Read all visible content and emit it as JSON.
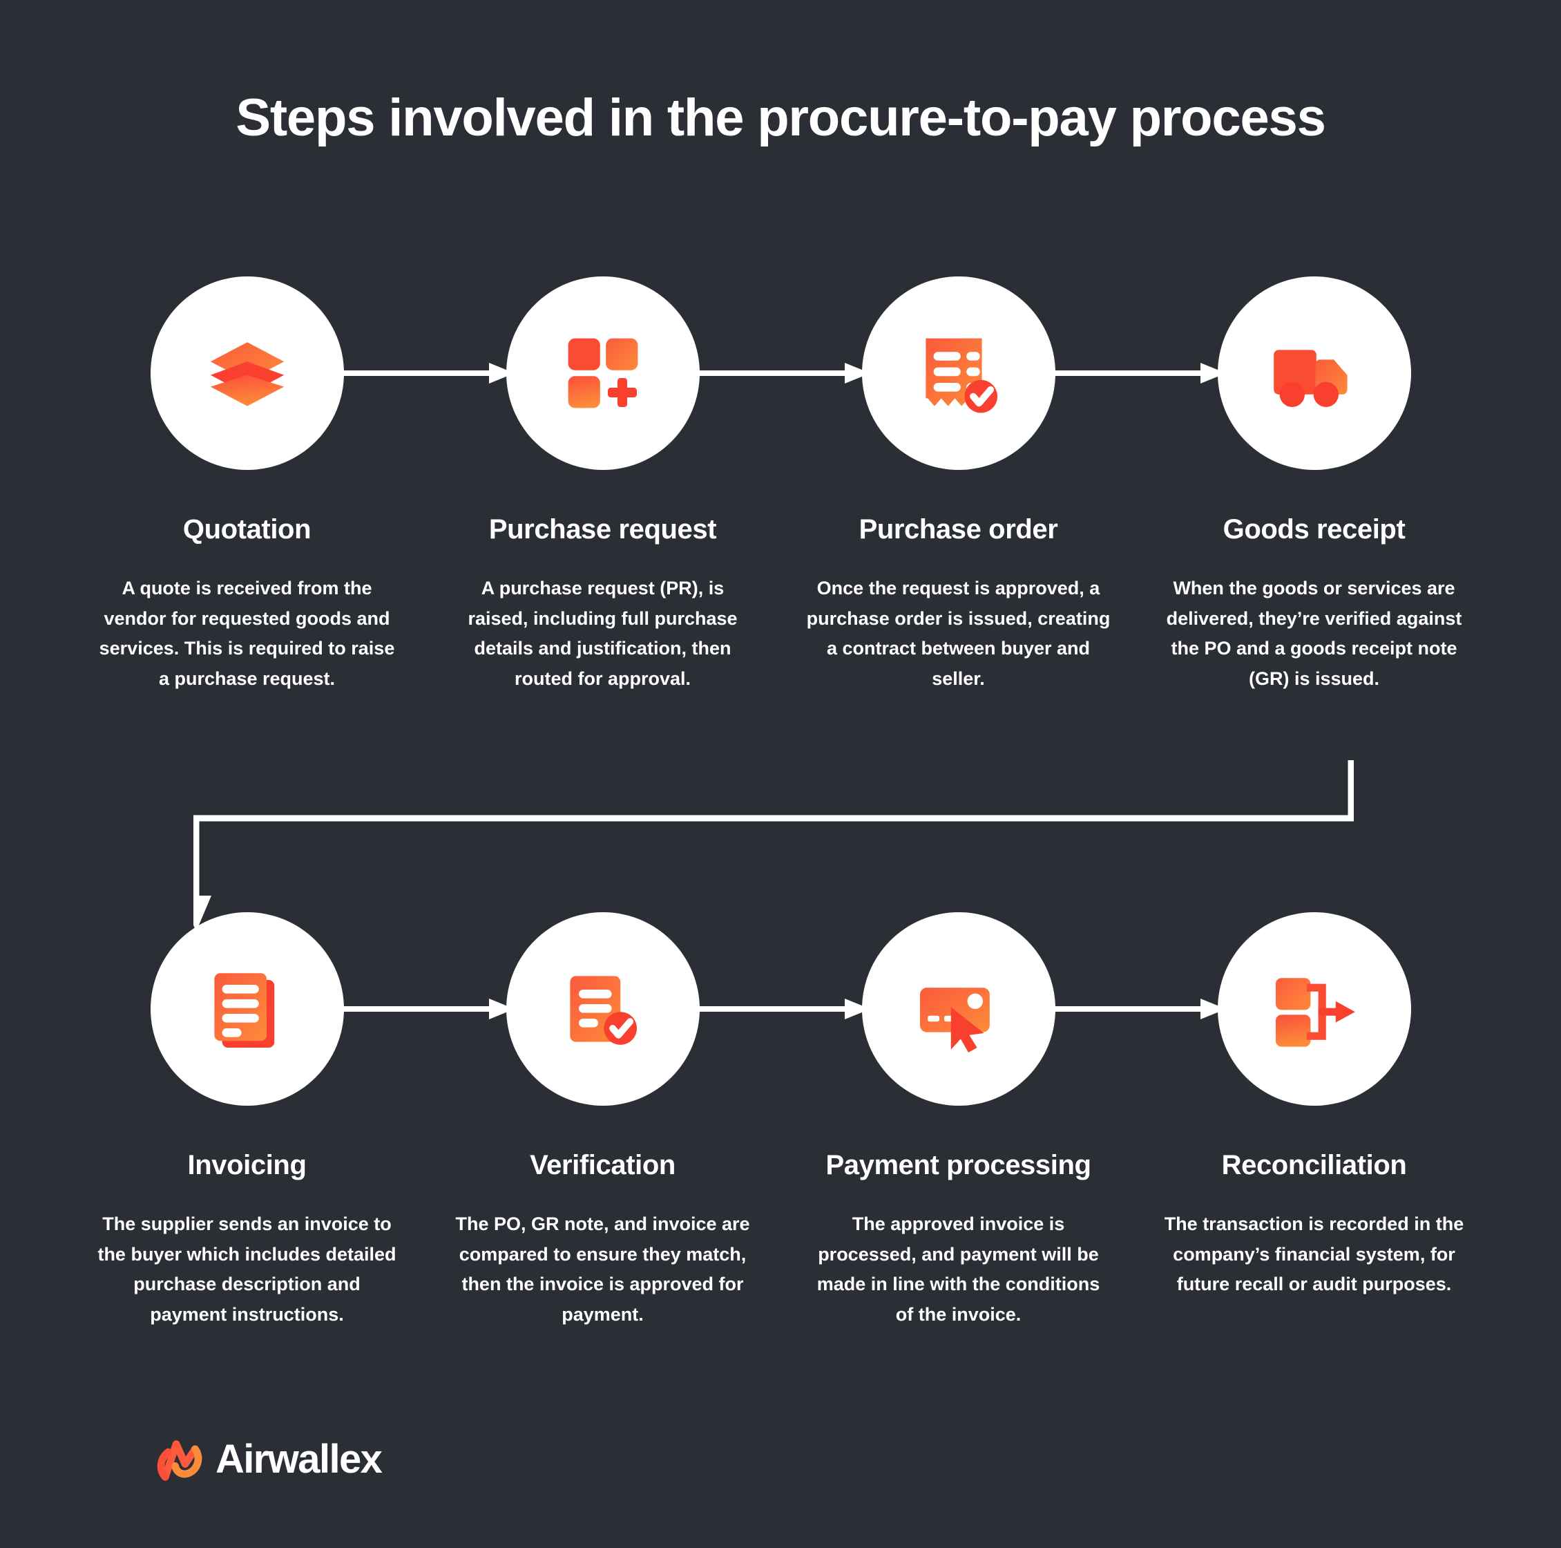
{
  "title": "Steps involved in the procure-to-pay process",
  "background_color": "#2b2f35",
  "accent_color_start": "#ff6b35",
  "accent_color_end": "#f7542e",
  "circle_color": "#ffffff",
  "text_color": "#ffffff",
  "rows": [
    {
      "steps": [
        {
          "icon": "layers-stack-icon",
          "label": "Quotation",
          "description": "A quote is received from the vendor for requested goods and services. This is required to raise a purchase request."
        },
        {
          "icon": "grid-plus-icon",
          "label": "Purchase request",
          "description": "A purchase request (PR), is raised, including full purchase details and justification, then routed for approval."
        },
        {
          "icon": "receipt-check-icon",
          "label": "Purchase order",
          "description": "Once the request is approved, a purchase order  is issued, creating a contract between buyer and seller."
        },
        {
          "icon": "delivery-truck-icon",
          "label": "Goods receipt",
          "description": "When the goods or services are delivered, they’re verified against the PO and a goods receipt note (GR) is issued."
        }
      ]
    },
    {
      "steps": [
        {
          "icon": "documents-stack-icon",
          "label": "Invoicing",
          "description": "The supplier sends an invoice to the buyer which includes detailed purchase description and payment instructions."
        },
        {
          "icon": "document-check-icon",
          "label": "Verification",
          "description": "The PO, GR note, and invoice are compared to ensure they match, then the invoice is approved for payment."
        },
        {
          "icon": "card-cursor-icon",
          "label": "Payment processing",
          "description": "The approved invoice is processed, and payment will be made in line with the conditions of the invoice."
        },
        {
          "icon": "flow-merge-arrow-icon",
          "label": "Reconciliation",
          "description": "The transaction is recorded in the company’s financial system, for future recall or audit purposes."
        }
      ]
    }
  ],
  "footer": {
    "logo_mark": "airwallex-logo-mark",
    "logo_text": "Airwallex"
  }
}
